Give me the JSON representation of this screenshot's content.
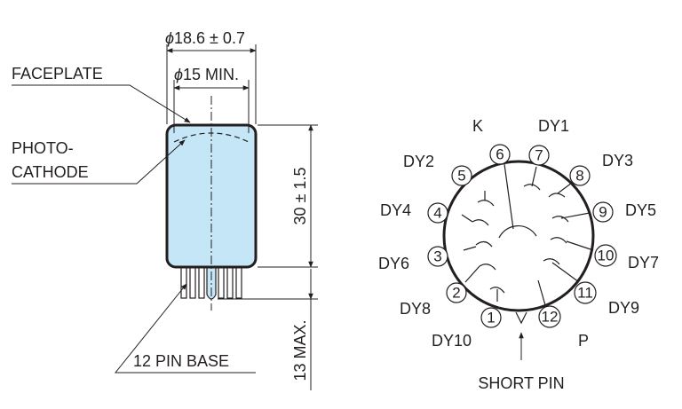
{
  "tube_outline": {
    "labels": {
      "faceplate": "FACEPLATE",
      "photocathode_line1": "PHOTO-",
      "photocathode_line2": "CATHODE",
      "pin_base": "12 PIN BASE"
    },
    "dimensions": {
      "outer_diameter": "18.6 ± 0.7",
      "inner_diameter": "15 MIN.",
      "height": "30 ± 1.5",
      "pin_length": "13 MAX.",
      "diameter_symbol": "ϕ"
    },
    "colors": {
      "body_fill": "#c5e6f7",
      "outline": "#231f20"
    }
  },
  "base_diagram": {
    "pins": [
      {
        "number": "1",
        "label": "DY10"
      },
      {
        "number": "2",
        "label": "DY8"
      },
      {
        "number": "3",
        "label": "DY6"
      },
      {
        "number": "4",
        "label": "DY4"
      },
      {
        "number": "5",
        "label": "DY2"
      },
      {
        "number": "6",
        "label": "K"
      },
      {
        "number": "7",
        "label": "DY1"
      },
      {
        "number": "8",
        "label": "DY3"
      },
      {
        "number": "9",
        "label": "DY5"
      },
      {
        "number": "10",
        "label": "DY7"
      },
      {
        "number": "11",
        "label": "DY9"
      },
      {
        "number": "12",
        "label": "P"
      }
    ],
    "short_pin_label": "SHORT PIN"
  }
}
